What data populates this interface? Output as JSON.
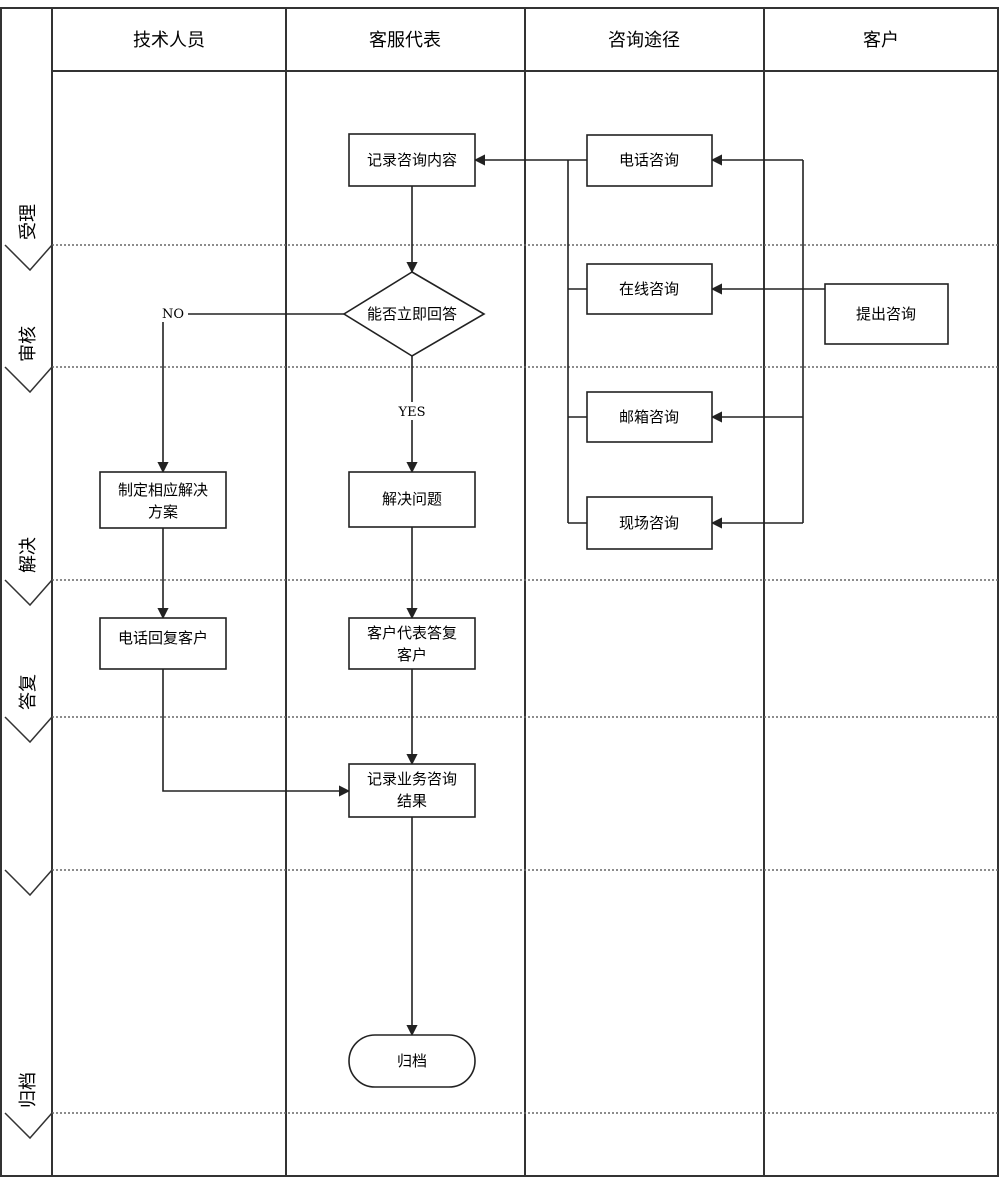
{
  "lanes": [
    "技术人员",
    "客服代表",
    "咨询途径",
    "客户"
  ],
  "phases": [
    "受理",
    "审核",
    "解决",
    "答复",
    "",
    "归档"
  ],
  "nodes": {
    "submit": "提出咨询",
    "phone": "电话咨询",
    "online": "在线咨询",
    "email": "邮箱咨询",
    "onsite": "现场咨询",
    "record": "记录咨询内容",
    "decision": "能否立即回答",
    "solve": "解决问题",
    "plan": [
      "制定相应解决",
      "方案"
    ],
    "callback": "电话回复客户",
    "reply": [
      "客户代表答复",
      "客户"
    ],
    "result": [
      "记录业务咨询",
      "结果"
    ],
    "archive": "归档"
  },
  "edge_labels": {
    "no": "NO",
    "yes": "YES"
  }
}
